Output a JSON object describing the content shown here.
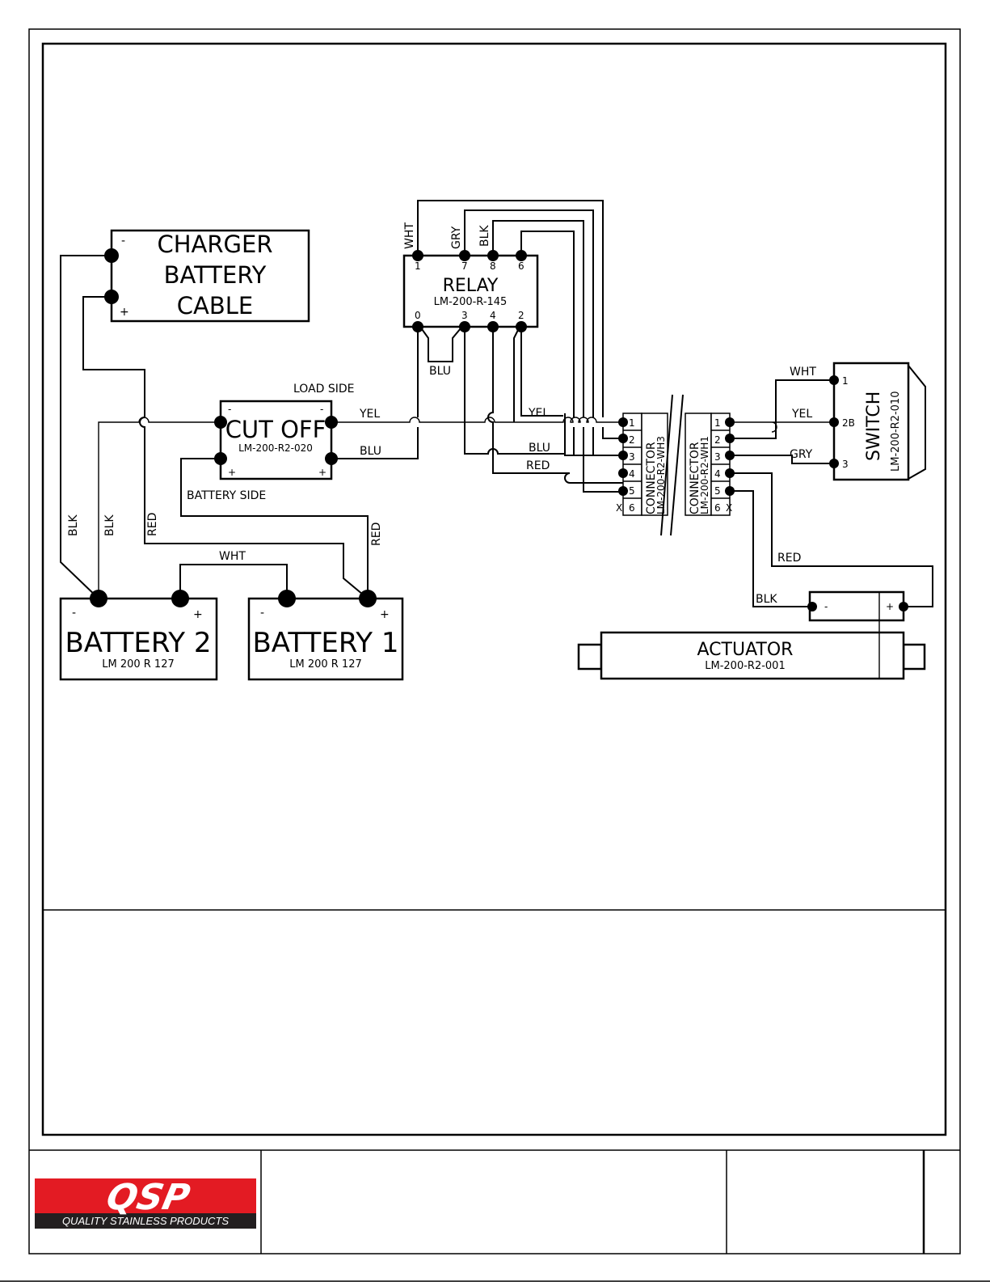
{
  "components": {
    "charger": {
      "line1": "CHARGER",
      "line2": "BATTERY",
      "line3": "CABLE",
      "neg": "-",
      "pos": "+"
    },
    "relay": {
      "title": "RELAY",
      "part": "LM-200-R-145",
      "top_pins": [
        "1",
        "7",
        "8",
        "6"
      ],
      "bottom_pins": [
        "0",
        "3",
        "4",
        "2"
      ],
      "top_wires": [
        "WHT",
        "GRY",
        "BLK"
      ],
      "jumper": "BLU"
    },
    "cutoff": {
      "title": "CUT OFF",
      "part": "LM-200-R2-020",
      "load_side": "LOAD SIDE",
      "battery_side": "BATTERY SIDE",
      "neg": "-",
      "pos": "+"
    },
    "connector_left": {
      "title": "CONNECTOR",
      "part": "LM-200-R2-WH3",
      "pins": [
        "1",
        "2",
        "3",
        "4",
        "5",
        "6"
      ],
      "unused": "X"
    },
    "connector_right": {
      "title": "CONNECTOR",
      "part": "LM-200-R2-WH1",
      "pins": [
        "1",
        "2",
        "3",
        "4",
        "5",
        "6"
      ],
      "unused": "X"
    },
    "switch": {
      "title": "SWITCH",
      "part": "LM-200-R2-010",
      "pins": [
        "1",
        "2B",
        "3"
      ]
    },
    "battery2": {
      "title": "BATTERY 2",
      "part": "LM 200 R 127",
      "neg": "-",
      "pos": "+"
    },
    "battery1": {
      "title": "BATTERY 1",
      "part": "LM 200 R 127",
      "neg": "-",
      "pos": "+"
    },
    "actuator": {
      "title": "ACTUATOR",
      "part": "LM-200-R2-001",
      "neg": "-",
      "pos": "+"
    }
  },
  "wire_labels": {
    "cutoff_yel": "YEL",
    "cutoff_blu": "BLU",
    "relay_yel": "YEL",
    "relay_blu": "BLU",
    "relay_red": "RED",
    "switch_wht": "WHT",
    "switch_yel": "YEL",
    "switch_gry": "GRY",
    "actuator_red": "RED",
    "actuator_blk": "BLK",
    "bat_blk1": "BLK",
    "bat_blk2": "BLK",
    "bat_red1": "RED",
    "bat_red2": "RED",
    "bat_wht": "WHT"
  },
  "title_block": {
    "logo_text": "QSP",
    "logo_tagline": "QUALITY STAINLESS PRODUCTS",
    "brand_red": "#e31b23",
    "brand_dark": "#231f20"
  }
}
